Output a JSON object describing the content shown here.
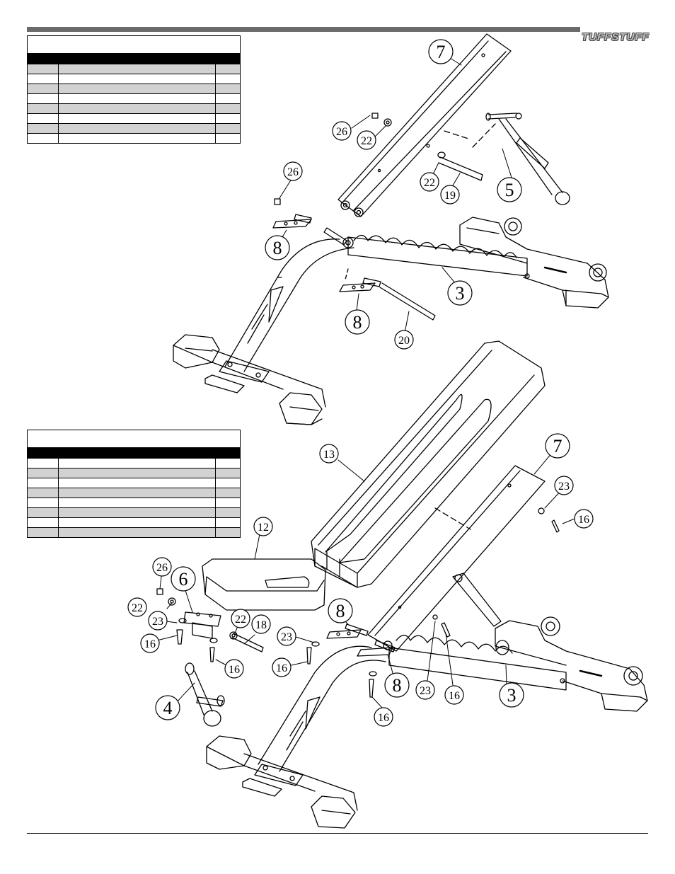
{
  "header": {
    "brand_logo": "TUFFSTUFF"
  },
  "tables": [
    {
      "rows": 8
    },
    {
      "rows": 8
    }
  ],
  "diagram_top": {
    "callouts_large": [
      "7",
      "5",
      "3",
      "8",
      "8"
    ],
    "callouts_small": [
      "26",
      "22",
      "22",
      "19",
      "26",
      "20"
    ]
  },
  "diagram_bottom": {
    "callouts_large": [
      "7",
      "6",
      "8",
      "8",
      "3",
      "4"
    ],
    "callouts_small": [
      "13",
      "23",
      "16",
      "12",
      "26",
      "22",
      "23",
      "16",
      "22",
      "18",
      "16",
      "23",
      "16",
      "23",
      "16",
      "16"
    ]
  }
}
